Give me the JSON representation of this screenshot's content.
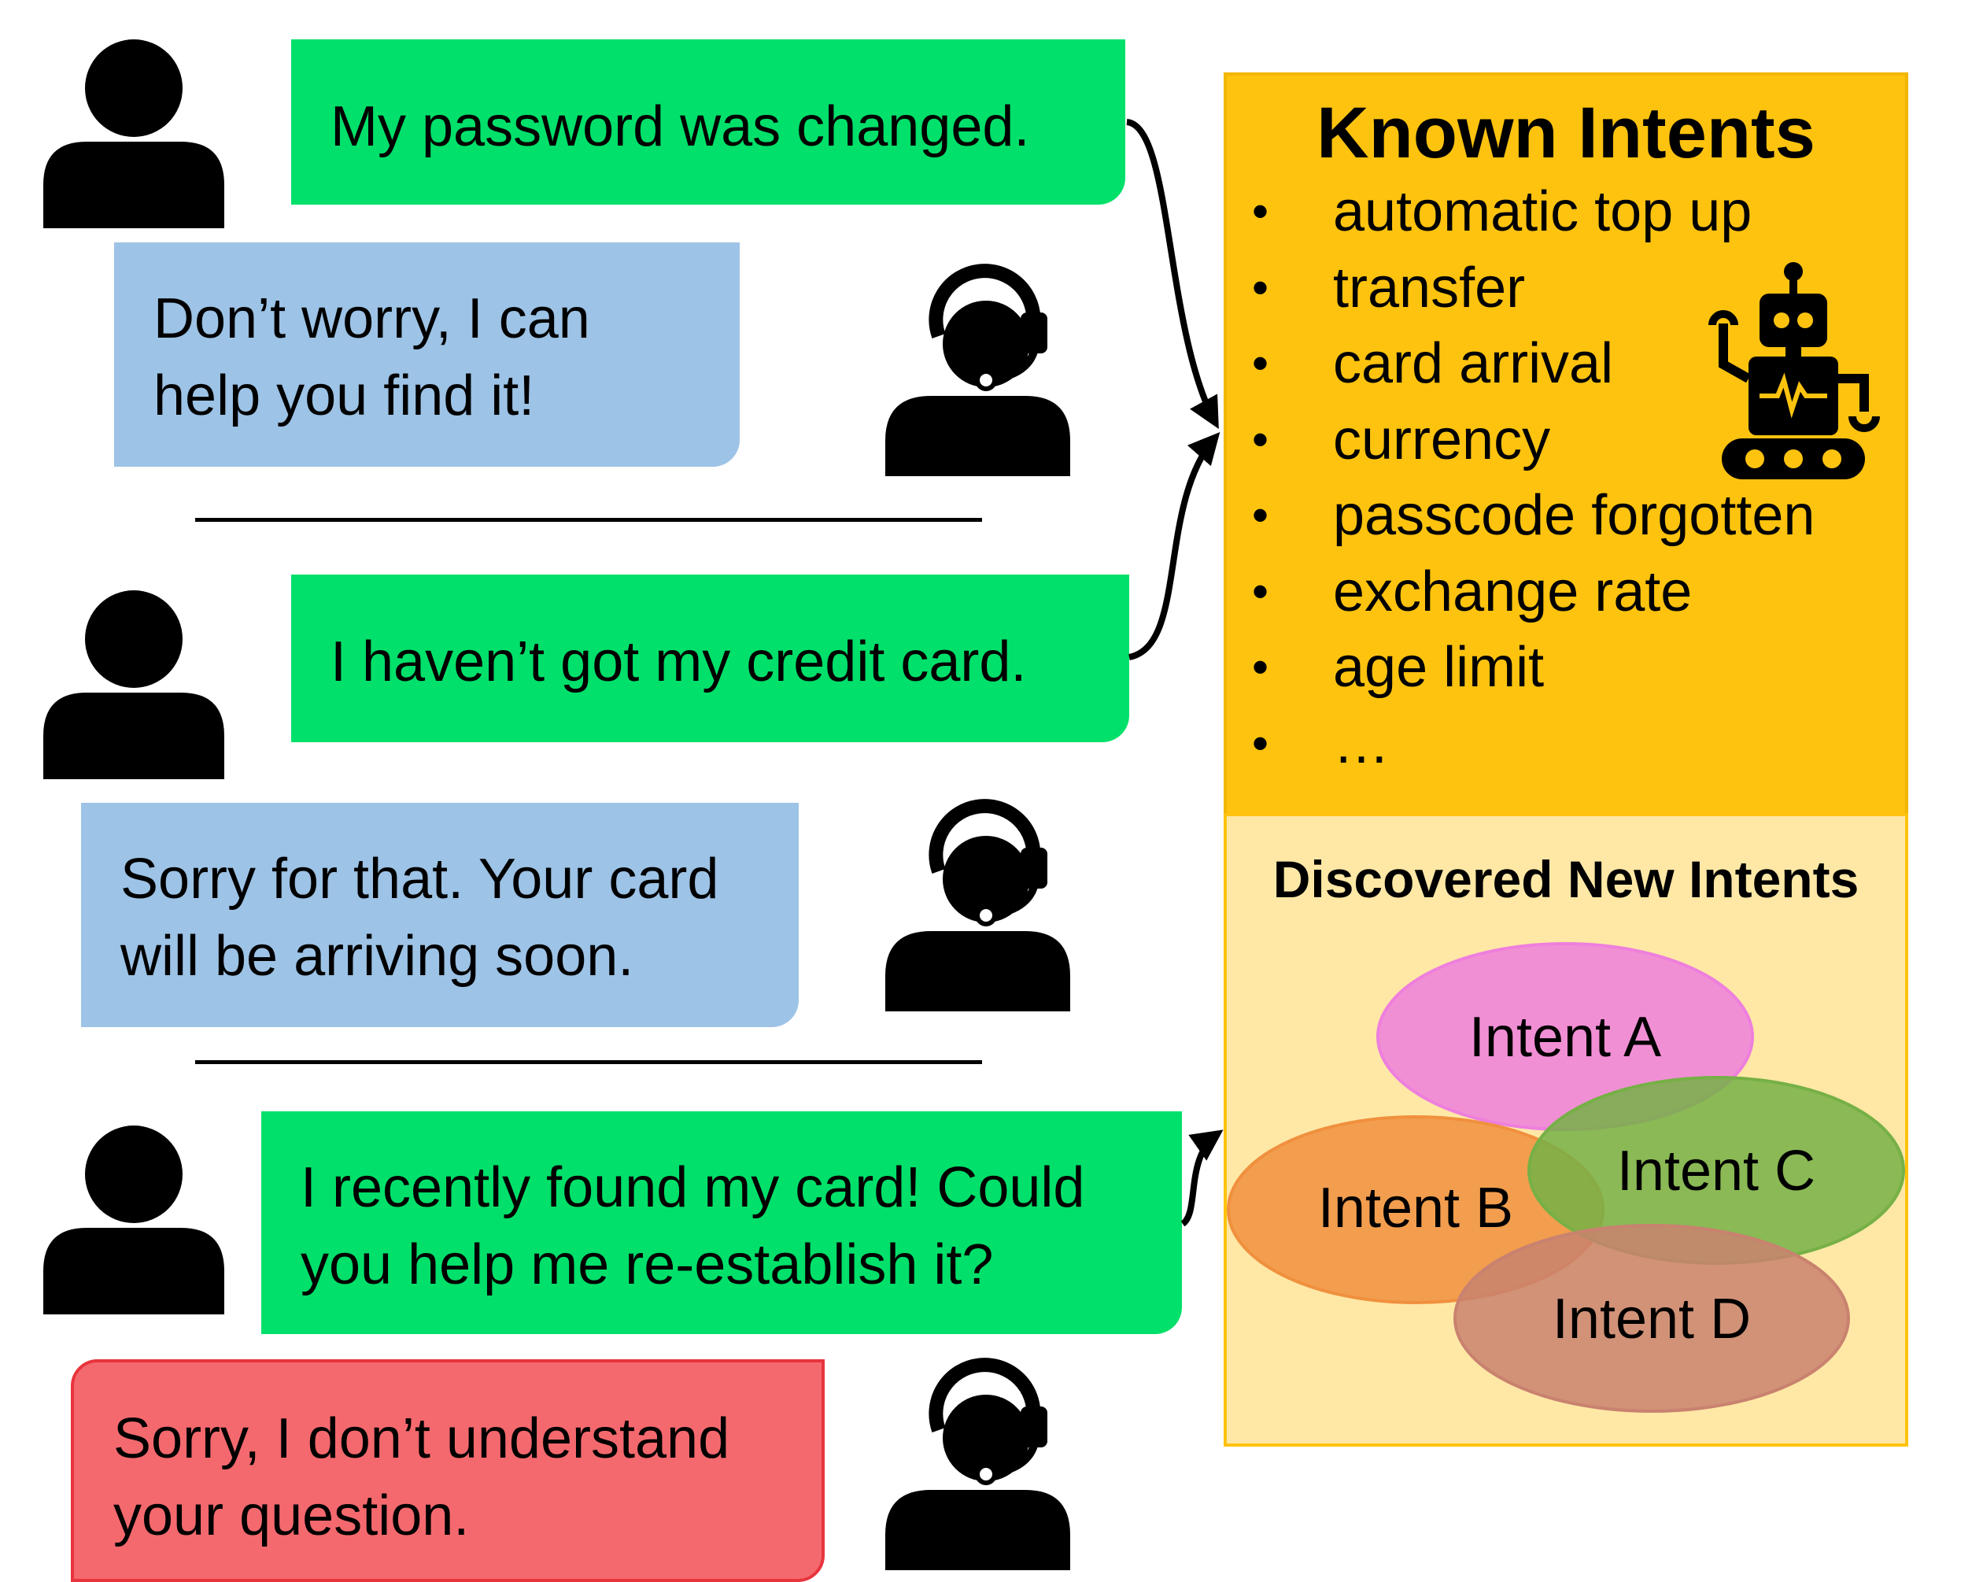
{
  "dialogs": [
    {
      "user_message": [
        "My password was changed."
      ],
      "agent_reply": [
        "Don’t worry, I can",
        "help you find it!"
      ]
    },
    {
      "user_message": [
        "I haven’t got my credit card."
      ],
      "agent_reply": [
        "Sorry for that. Your card",
        "will be arriving soon."
      ]
    },
    {
      "user_message": [
        "I recently found my card! Could",
        "you help me re-establish it?"
      ],
      "agent_reply": [
        "Sorry, I don’t understand",
        "your question."
      ]
    }
  ],
  "known_intents": {
    "title": "Known Intents",
    "bullet": "•",
    "items": [
      "automatic top up",
      "transfer",
      "card arrival",
      "currency",
      "passcode forgotten",
      "exchange rate",
      "age limit",
      "…"
    ]
  },
  "new_intents": {
    "title": "Discovered New Intents",
    "clusters": [
      {
        "label": "Intent A",
        "color": "#ee7fdd"
      },
      {
        "label": "Intent B",
        "color": "#f0903e"
      },
      {
        "label": "Intent C",
        "color": "#76b046"
      },
      {
        "label": "Intent D",
        "color": "#c9826f"
      }
    ]
  },
  "colors": {
    "user_bubble": "#00e06a",
    "agent_bubble": "#9dc3e6",
    "failed_reply_bubble": "#f4696e",
    "known_panel": "#fdc30f",
    "new_panel": "#ffe8a6"
  },
  "icons": [
    "user-icon",
    "support-agent-headset-icon",
    "robot-icon",
    "arrow-icon"
  ]
}
